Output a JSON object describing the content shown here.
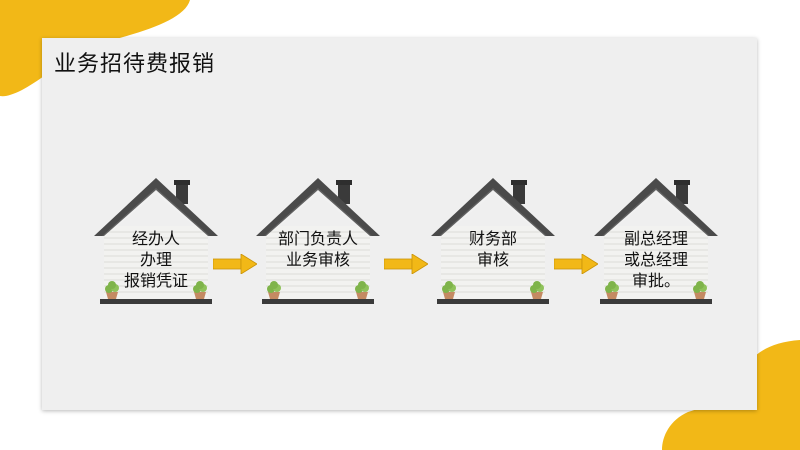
{
  "slide": {
    "title": "业务招待费报销"
  },
  "colors": {
    "accent_yellow": "#f2b817",
    "roof_gray": "#4a4a4a",
    "wall_light": "#f2f2f0",
    "plant_green": "#7fb44a",
    "pot_brown": "#c48a62",
    "card_background": "#efefef"
  },
  "flow": {
    "steps": [
      {
        "label": "经办人\n办理\n报销凭证"
      },
      {
        "label": "部门负责人\n业务审核"
      },
      {
        "label": "财务部\n审核"
      },
      {
        "label": "副总经理\n或总经理\n审批。"
      }
    ],
    "connector_icon": "arrow-right-icon"
  }
}
